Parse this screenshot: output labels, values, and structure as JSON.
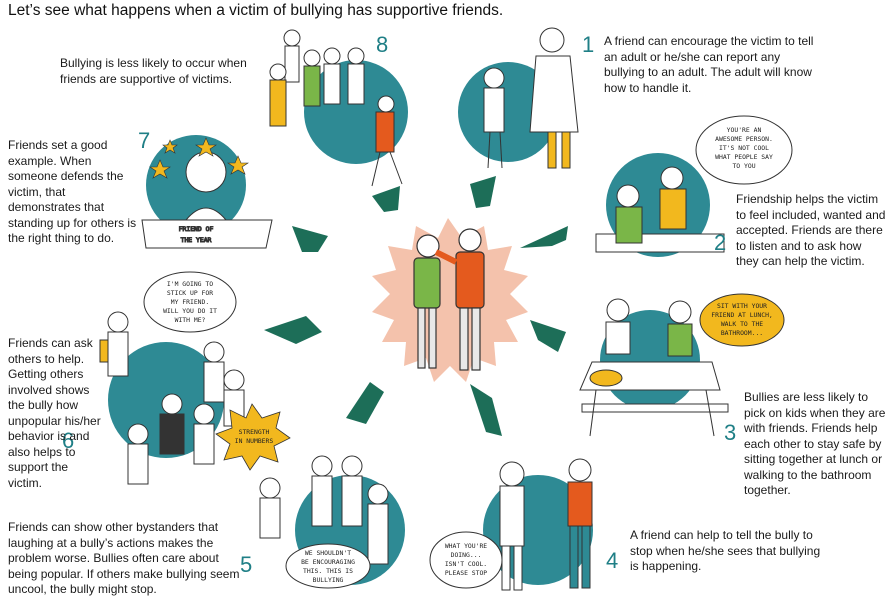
{
  "title": "Let’s see what happens when a victim of bullying has supportive friends.",
  "panels": [
    {
      "number": "1",
      "text": "A friend can encourage the victim to tell an adult or he/she can report any bullying to an adult. The adult will know how to handle it."
    },
    {
      "number": "2",
      "text": "Friendship helps the victim to feel included, wanted and accepted. Friends are there to listen and to ask how they can help the victim."
    },
    {
      "number": "3",
      "text": "Bullies are less likely to pick on kids when they are with friends. Friends help each other to stay safe by sitting together at lunch or walking to the bathroom together."
    },
    {
      "number": "4",
      "text": "A friend can help to tell the bully to stop when he/she sees that bullying is happening."
    },
    {
      "number": "5",
      "text": "Friends can show other bystanders that laughing at a bully’s actions makes the problem worse. Bullies often care about being popular.  If others make bullying seem uncool, the bully might stop."
    },
    {
      "number": "6",
      "text": "Friends can ask others to help. Getting others involved shows the bully how unpopular his/her behavior is and also helps to support the victim."
    },
    {
      "number": "7",
      "text": "Friends set a good example.  When someone defends the victim, that demonstrates that standing up for others is the right thing to do."
    },
    {
      "number": "8",
      "text": "Bullying is less likely to occur when friends are supportive of victims."
    }
  ],
  "speech": {
    "p2": [
      "YOU'RE AN",
      "AWESOME PERSON.",
      "IT'S NOT COOL",
      "WHAT PEOPLE SAY",
      "TO YOU"
    ],
    "p3": [
      "SIT WITH YOUR",
      "FRIEND AT LUNCH,",
      "WALK TO THE",
      "BATHROOM..."
    ],
    "p4": [
      "WHAT YOU'RE",
      "DOING...",
      "ISN'T COOL.",
      "PLEASE STOP"
    ],
    "p5": [
      "WE SHOULDN'T",
      "BE ENCOURAGING",
      "THIS. THIS IS",
      "BULLYING"
    ],
    "p6": [
      "I'M GOING TO",
      "STICK UP FOR",
      "MY FRIEND.",
      "WILL YOU DO IT",
      "WITH ME?"
    ],
    "p6_badge": [
      "STRENGTH",
      "IN NUMBERS"
    ],
    "p7_banner": [
      "FRIEND OF",
      "THE YEAR"
    ]
  },
  "colors": {
    "teal_circle": "#2e8a94",
    "arrow_green": "#1d6e58",
    "center_burst": "#f4c2ac",
    "number_color": "#1f7f86",
    "speech_yellow": "#f2b81e"
  }
}
